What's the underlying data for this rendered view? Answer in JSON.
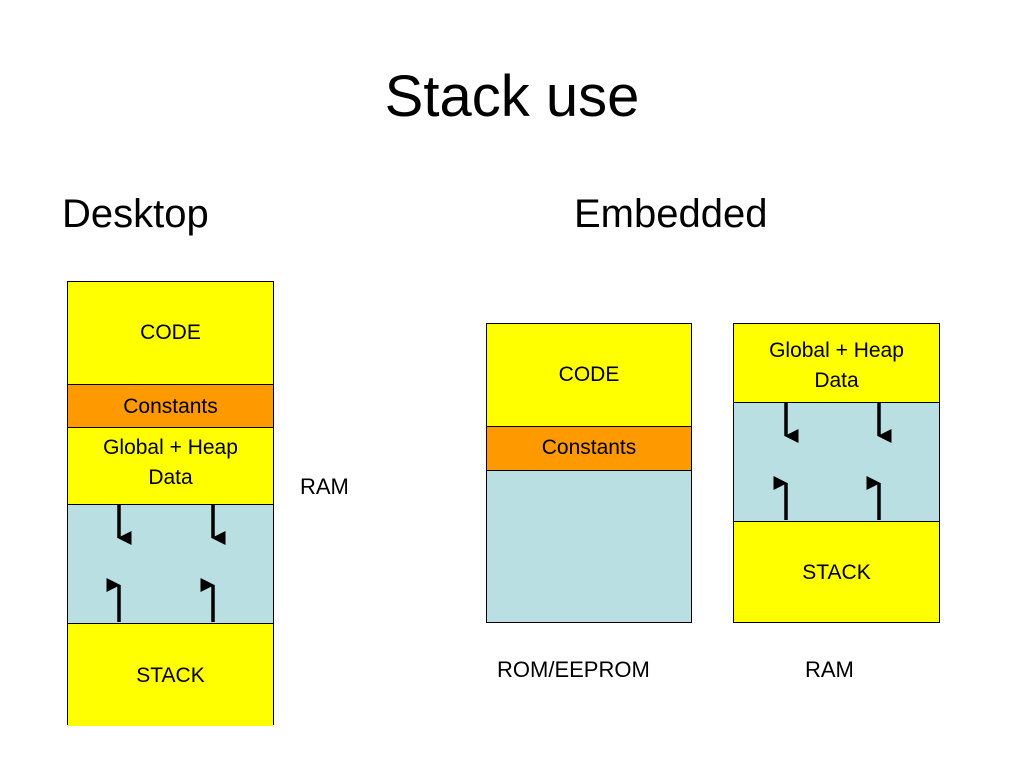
{
  "title": "Stack use",
  "desktop": {
    "heading": "Desktop",
    "memory_label": "RAM",
    "segments": {
      "code": "CODE",
      "constants": "Constants",
      "global_heap": "Global + Heap Data",
      "stack": "STACK"
    }
  },
  "embedded": {
    "heading": "Embedded",
    "rom": {
      "memory_label": "ROM/EEPROM",
      "segments": {
        "code": "CODE",
        "constants": "Constants"
      }
    },
    "ram": {
      "memory_label": "RAM",
      "segments": {
        "global_heap": "Global + Heap Data",
        "stack": "STACK"
      }
    }
  },
  "colors": {
    "code": "#ffff00",
    "constants": "#ff9900",
    "global_heap": "#ffff00",
    "free_space": "#b9dfe3",
    "stack": "#ffff00",
    "arrow": "#000000"
  }
}
